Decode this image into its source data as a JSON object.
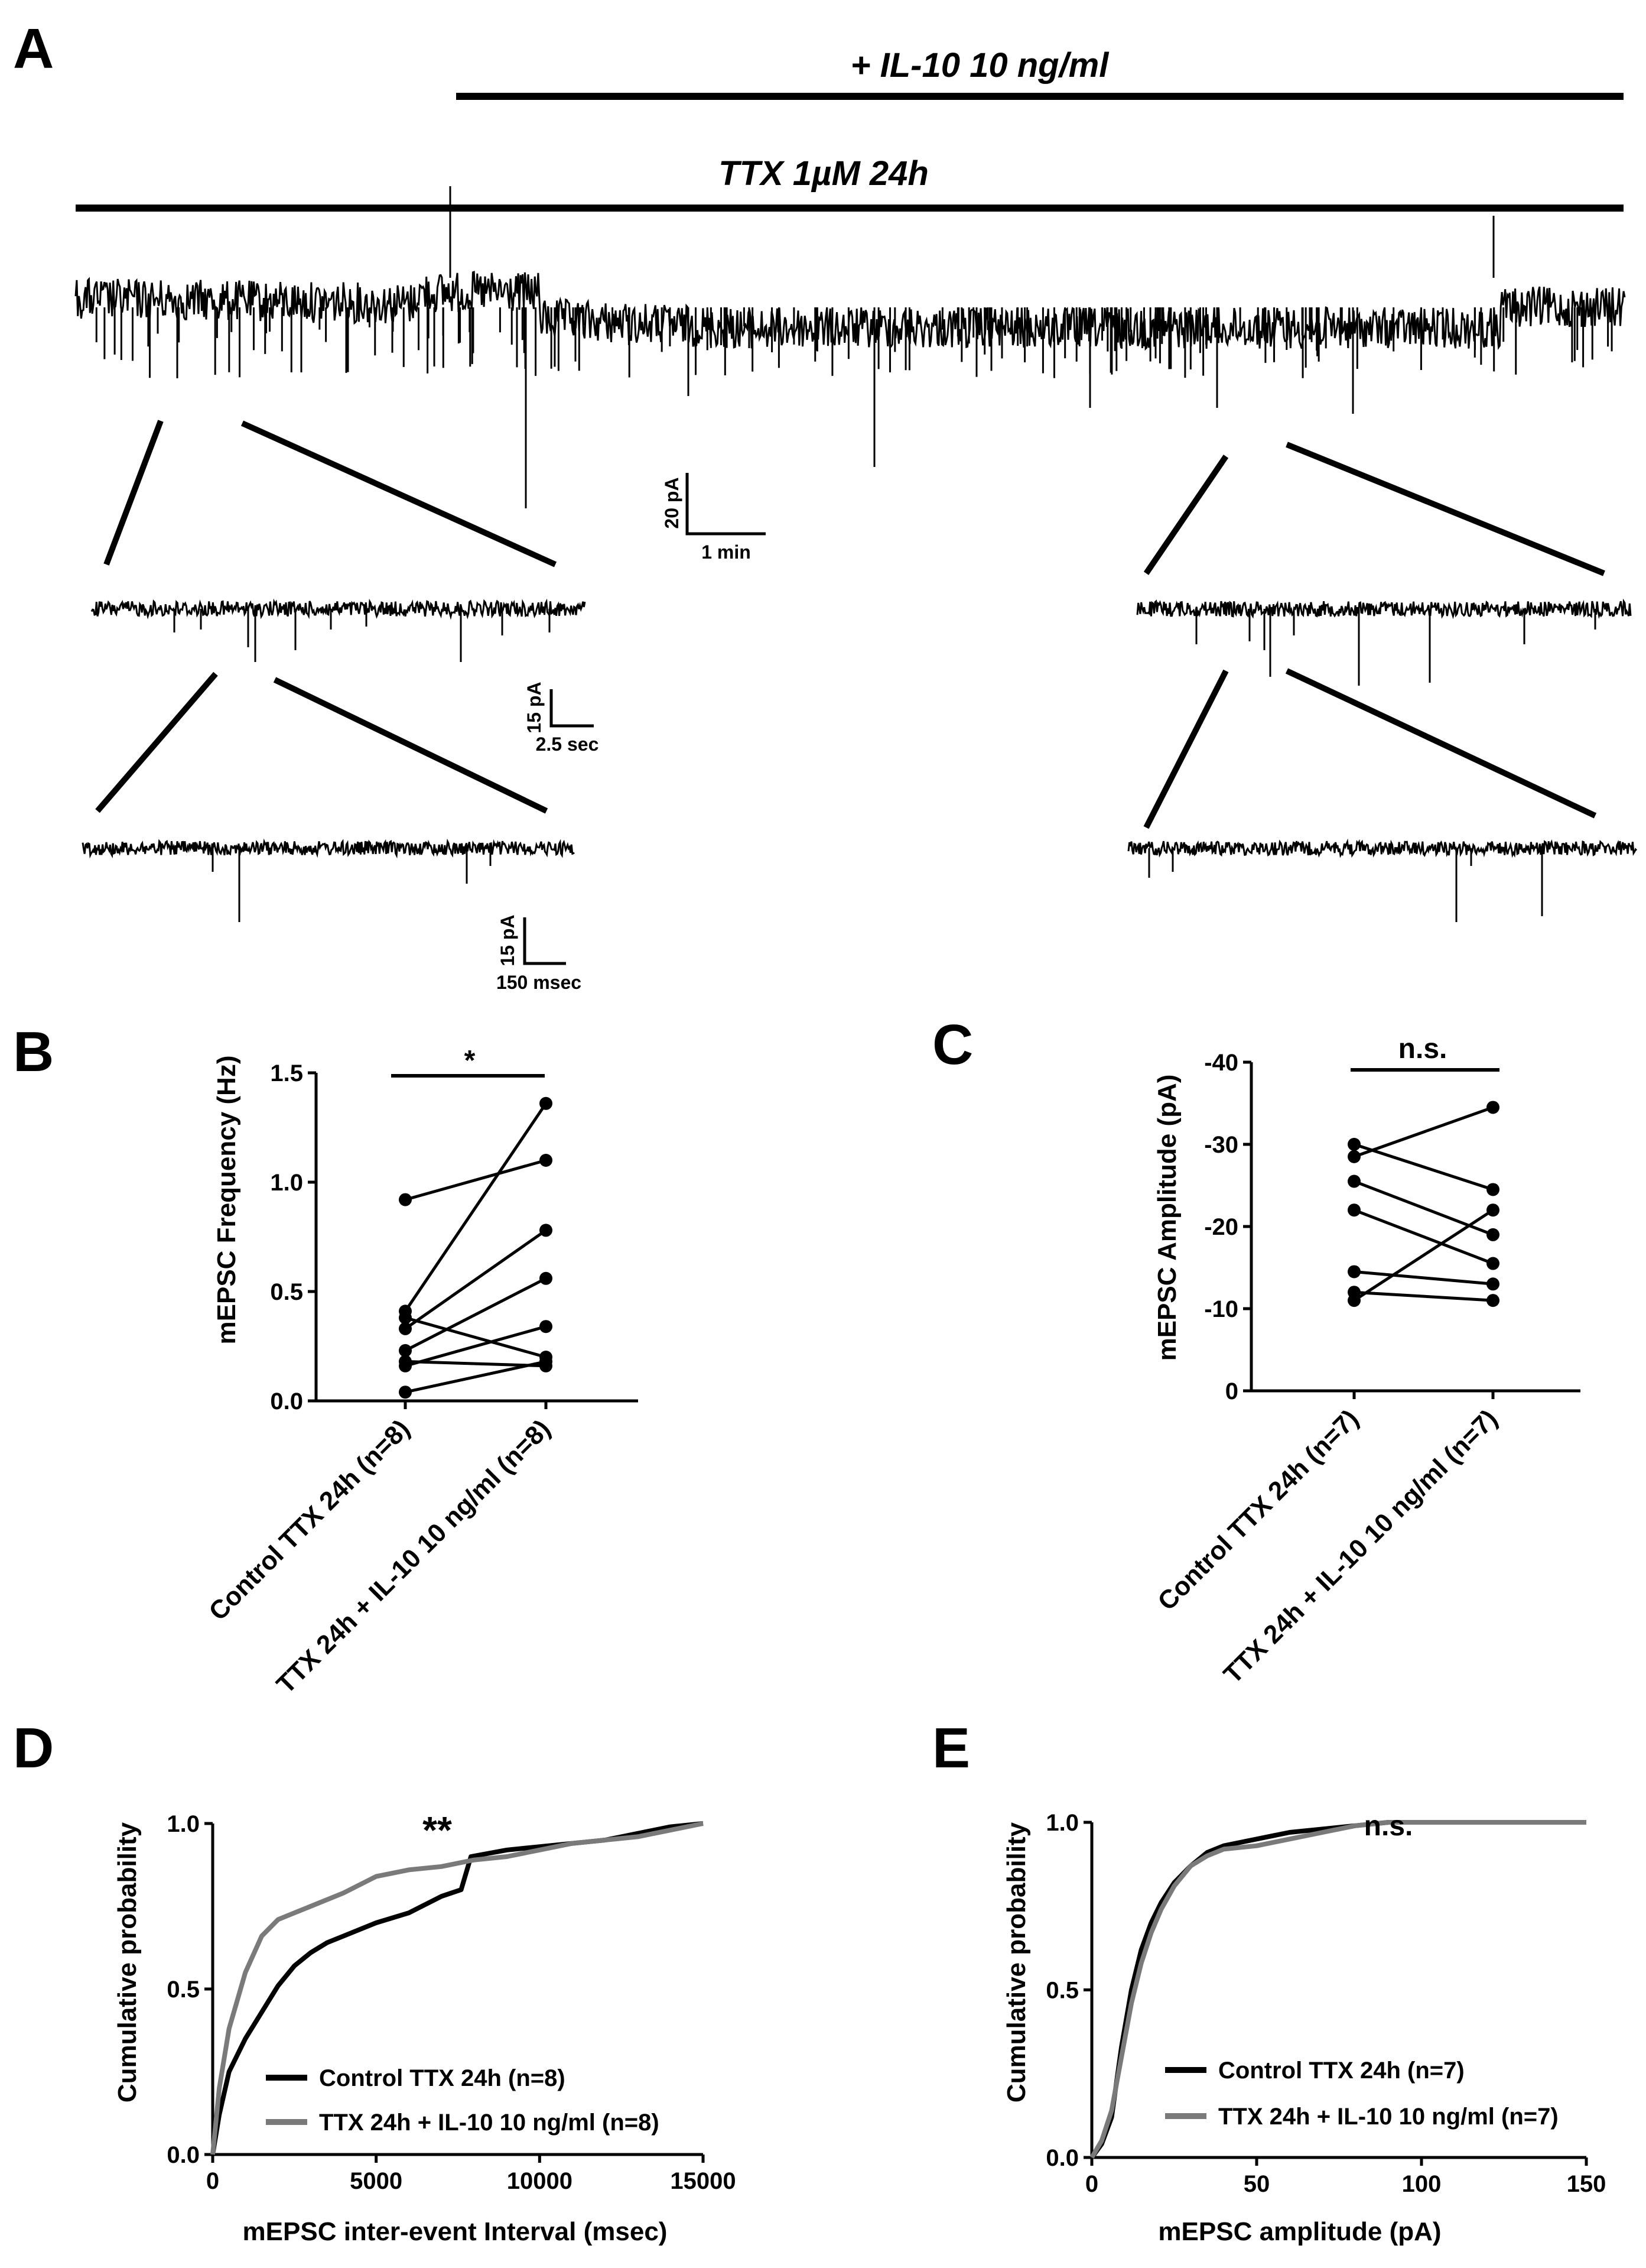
{
  "panel_labels": [
    "A",
    "B",
    "C",
    "D",
    "E"
  ],
  "panel_a": {
    "condition_top": "+ IL-10 10 ng/ml",
    "condition_ttx": "TTX 1µM 24h",
    "scalebars": [
      {
        "y_label": "20 pA",
        "x_label": "1 min"
      },
      {
        "y_label": "15 pA",
        "x_label": "2.5 sec"
      },
      {
        "y_label": "15 pA",
        "x_label": "150 msec"
      }
    ]
  },
  "chart_data": [
    {
      "panel": "B",
      "type": "scatter",
      "categories": [
        "Control TTX 24h (n=8)",
        "TTX 24h + IL-10 10 ng/ml (n=8)"
      ],
      "series": [
        {
          "values": [
            0.92,
            1.1
          ]
        },
        {
          "values": [
            0.41,
            1.36
          ]
        },
        {
          "values": [
            0.38,
            0.2
          ]
        },
        {
          "values": [
            0.33,
            0.78
          ]
        },
        {
          "values": [
            0.23,
            0.56
          ]
        },
        {
          "values": [
            0.18,
            0.16
          ]
        },
        {
          "values": [
            0.16,
            0.34
          ]
        },
        {
          "values": [
            0.04,
            0.18
          ]
        }
      ],
      "ylabel": "mEPSC Frequency (Hz)",
      "ylim": [
        0,
        1.5
      ],
      "yticks": [
        "0.0",
        "0.5",
        "1.0",
        "1.5"
      ],
      "significance": "*"
    },
    {
      "panel": "C",
      "type": "scatter",
      "categories": [
        "Control TTX 24h (n=7)",
        "TTX 24h + IL-10 10 ng/ml (n=7)"
      ],
      "series": [
        {
          "values": [
            -30.0,
            -24.5
          ]
        },
        {
          "values": [
            -28.5,
            -34.5
          ]
        },
        {
          "values": [
            -25.5,
            -19.0
          ]
        },
        {
          "values": [
            -22.0,
            -15.5
          ]
        },
        {
          "values": [
            -14.5,
            -13.0
          ]
        },
        {
          "values": [
            -12.0,
            -11.0
          ]
        },
        {
          "values": [
            -11.0,
            -22.0
          ]
        }
      ],
      "ylabel": "mEPSC Amplitude (pA)",
      "ylim": [
        0,
        -40
      ],
      "yticks": [
        "0",
        "-10",
        "-20",
        "-30",
        "-40"
      ],
      "significance": "n.s."
    },
    {
      "panel": "D",
      "type": "line",
      "xlabel": "mEPSC inter-event Interval (msec)",
      "ylabel": "Cumulative probability",
      "xlim": [
        0,
        15000
      ],
      "ylim": [
        0,
        1
      ],
      "xticks": [
        "0",
        "5000",
        "10000",
        "15000"
      ],
      "yticks": [
        "0.0",
        "0.5",
        "1.0"
      ],
      "significance": "**",
      "series": [
        {
          "name": "Control TTX 24h (n=8)",
          "color": "#000000",
          "x": [
            0,
            200,
            500,
            1000,
            1500,
            2000,
            2500,
            3000,
            3500,
            4000,
            5000,
            6000,
            7000,
            7600,
            7900,
            9000,
            10000,
            11000,
            12000,
            13000,
            14000,
            15000
          ],
          "y": [
            0,
            0.12,
            0.25,
            0.35,
            0.43,
            0.51,
            0.57,
            0.61,
            0.64,
            0.66,
            0.7,
            0.73,
            0.78,
            0.8,
            0.9,
            0.92,
            0.93,
            0.94,
            0.95,
            0.97,
            0.99,
            1.0
          ]
        },
        {
          "name": "TTX 24h + IL-10 10 ng/ml (n=8)",
          "color": "#7a7a7a",
          "x": [
            0,
            200,
            500,
            1000,
            1500,
            2000,
            2500,
            3000,
            4000,
            5000,
            6000,
            7000,
            8000,
            9000,
            10000,
            11000,
            12000,
            13000,
            14000,
            15000
          ],
          "y": [
            0,
            0.2,
            0.38,
            0.55,
            0.66,
            0.71,
            0.73,
            0.75,
            0.79,
            0.84,
            0.86,
            0.87,
            0.89,
            0.9,
            0.92,
            0.94,
            0.95,
            0.96,
            0.98,
            1.0
          ]
        }
      ]
    },
    {
      "panel": "E",
      "type": "line",
      "xlabel": "mEPSC amplitude (pA)",
      "ylabel": "Cumulative probability",
      "xlim": [
        0,
        150
      ],
      "ylim": [
        0,
        1
      ],
      "xticks": [
        "0",
        "50",
        "100",
        "150"
      ],
      "yticks": [
        "0.0",
        "0.5",
        "1.0"
      ],
      "significance": "n.s.",
      "series": [
        {
          "name": "Control TTX 24h (n=7)",
          "color": "#000000",
          "x": [
            0,
            3,
            6,
            9,
            12,
            15,
            18,
            21,
            25,
            30,
            35,
            40,
            50,
            60,
            70,
            80,
            90,
            150
          ],
          "y": [
            0,
            0.04,
            0.12,
            0.33,
            0.5,
            0.62,
            0.7,
            0.76,
            0.82,
            0.87,
            0.91,
            0.93,
            0.95,
            0.97,
            0.98,
            0.99,
            1.0,
            1.0
          ]
        },
        {
          "name": "TTX 24h + IL-10 10 ng/ml (n=7)",
          "color": "#7a7a7a",
          "x": [
            0,
            3,
            6,
            9,
            12,
            15,
            18,
            21,
            25,
            30,
            35,
            40,
            50,
            60,
            70,
            80,
            90,
            150
          ],
          "y": [
            0,
            0.05,
            0.14,
            0.3,
            0.46,
            0.58,
            0.67,
            0.74,
            0.81,
            0.87,
            0.9,
            0.92,
            0.93,
            0.95,
            0.97,
            0.99,
            1.0,
            1.0
          ]
        }
      ]
    }
  ]
}
